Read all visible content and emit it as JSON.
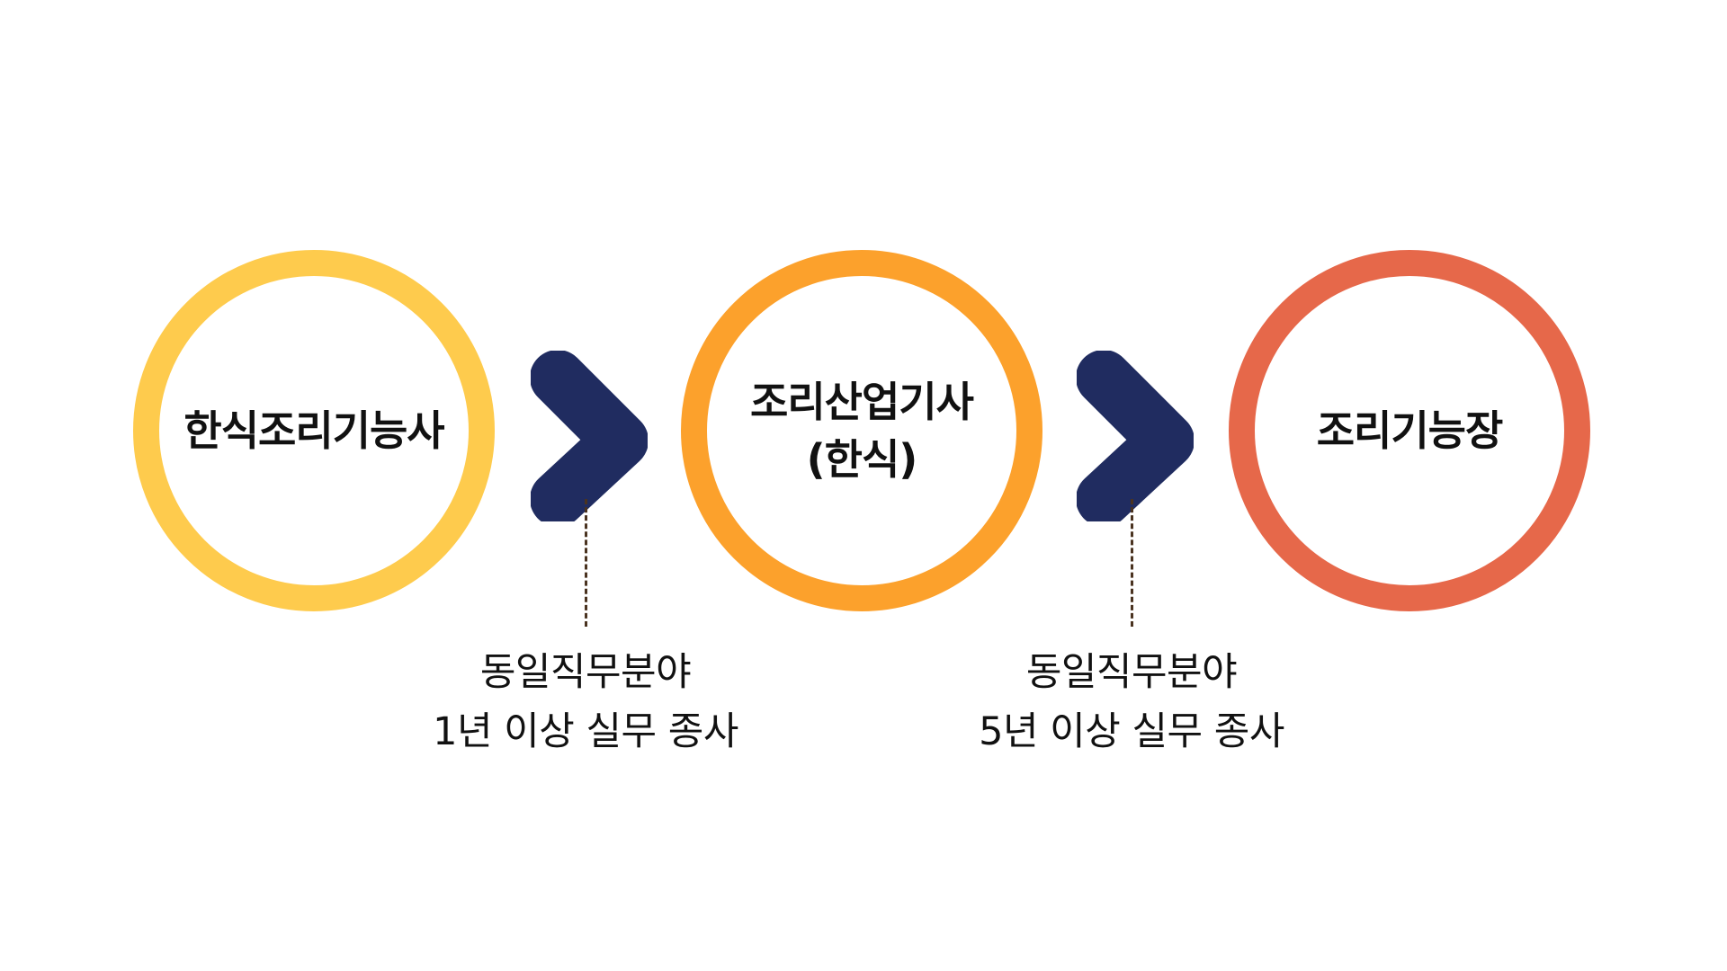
{
  "colors": {
    "step1_ring": "#FECB4D",
    "step2_ring": "#FCA12C",
    "step3_ring": "#E6684A",
    "chevron": "#202C60",
    "connector": "#4A3320"
  },
  "steps": [
    {
      "label": "한식조리기능사"
    },
    {
      "label": "조리산업기사\n(한식)"
    },
    {
      "label": "조리기능장"
    }
  ],
  "arrows": [
    {
      "icon": "chevron-right-icon"
    },
    {
      "icon": "chevron-right-icon"
    }
  ],
  "requirements": [
    {
      "text": "동일직무분야\n1년 이상 실무 종사"
    },
    {
      "text": "동일직무분야\n5년 이상 실무 종사"
    }
  ]
}
